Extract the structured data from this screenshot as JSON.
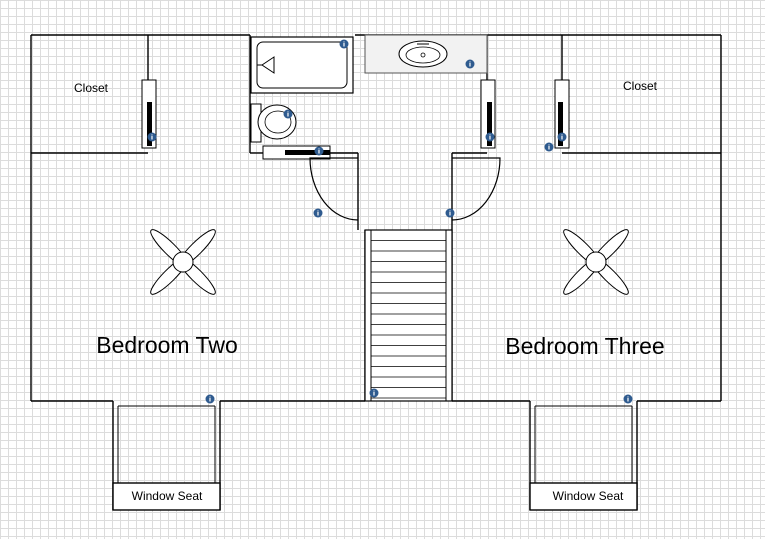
{
  "rooms": {
    "closet_left": "Closet",
    "closet_right": "Closet",
    "bedroom_two": "Bedroom Two",
    "bedroom_three": "Bedroom Three",
    "window_seat_left": "Window Seat",
    "window_seat_right": "Window Seat"
  },
  "info_icon_glyph": "i",
  "colors": {
    "wall": "#000000",
    "grid": "#dcdcdc",
    "info_marker": "#2f5b8f",
    "background": "#ffffff"
  }
}
